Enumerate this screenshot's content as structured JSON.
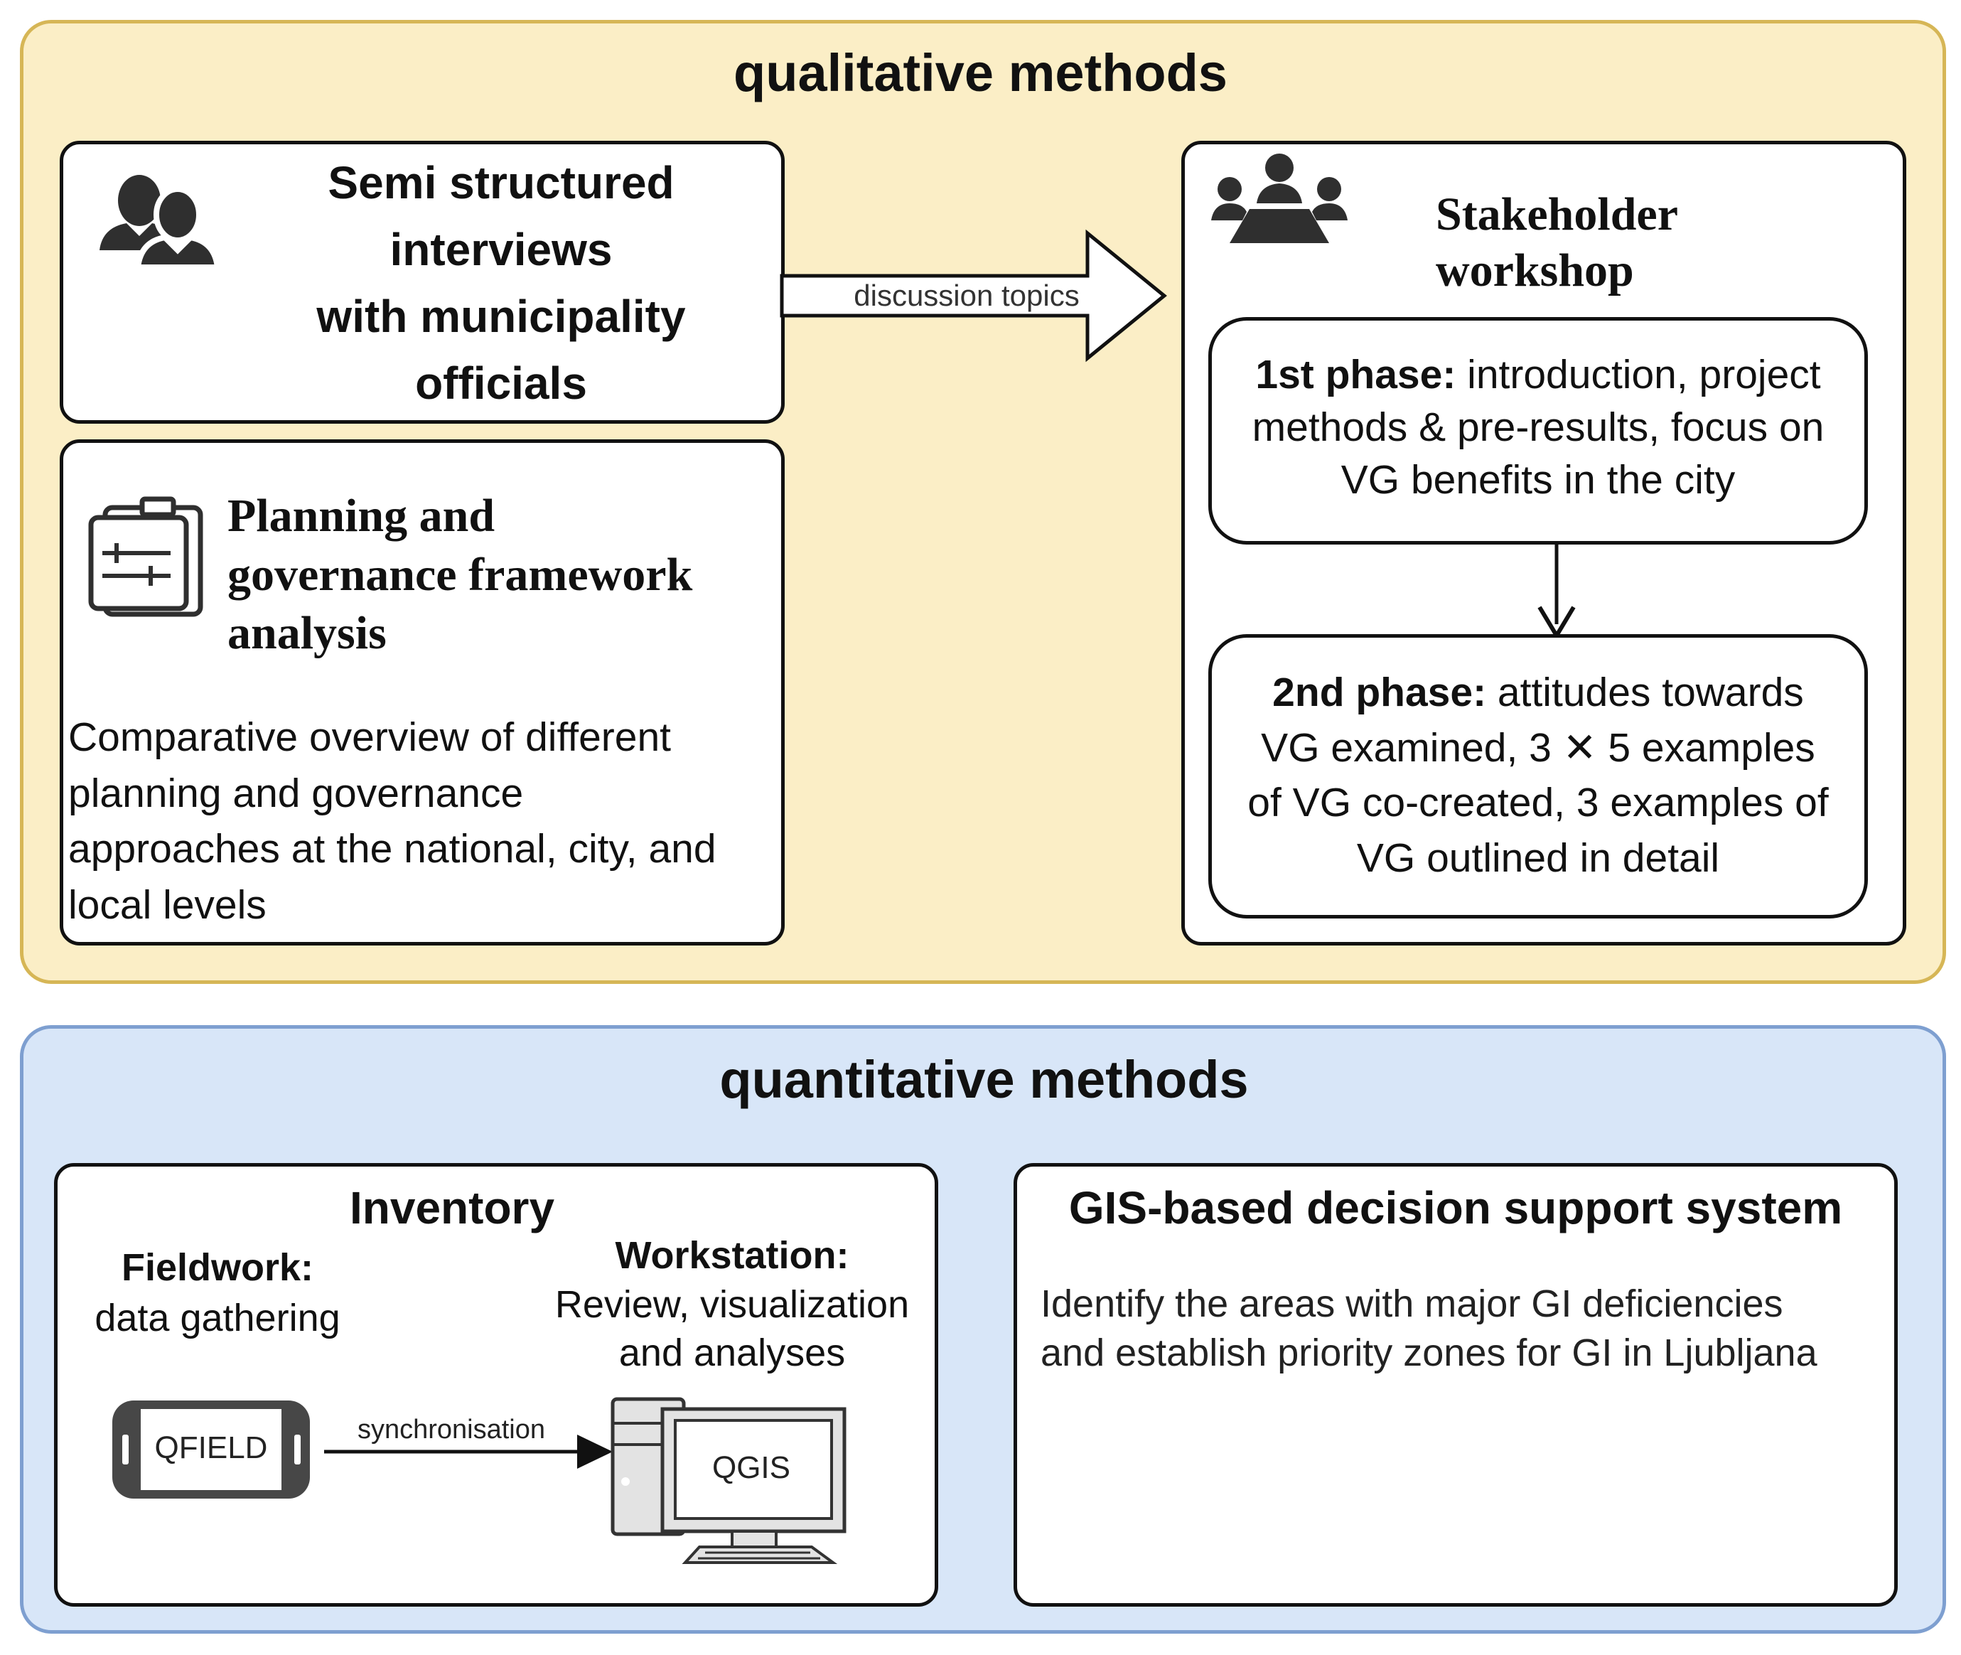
{
  "qualitative": {
    "title": "qualitative methods",
    "interviews": {
      "title_lines": [
        "Semi structured",
        "interviews",
        "with municipality",
        "officials"
      ],
      "icon": "users-icon"
    },
    "arrow_label": "discussion topics",
    "planning": {
      "title_lines": [
        "Planning and",
        "governance framework",
        "analysis"
      ],
      "icon": "clipboard-sliders-icon",
      "desc_lines": [
        "Comparative overview of different",
        "planning and governance",
        "approaches at the national, city, and",
        "local levels"
      ]
    },
    "workshop": {
      "title_lines": [
        "Stakeholder",
        "workshop"
      ],
      "icon": "group-meeting-icon",
      "phase1": {
        "label": "1st phase:",
        "line1_rest": " introduction, project",
        "lines": [
          "methods & pre-results, focus on",
          "VG benefits in the city"
        ]
      },
      "phase2": {
        "label": "2nd phase:",
        "line1_rest": " attitudes towards",
        "lines": [
          "VG examined, 3 ✕ 5 examples",
          "of VG co-created, 3 examples of",
          "VG outlined in detail"
        ]
      }
    }
  },
  "quantitative": {
    "title": "quantitative methods",
    "inventory": {
      "title": "Inventory",
      "fieldwork_label": "Fieldwork:",
      "fieldwork_text": "data gathering",
      "workstation_label": "Workstation:",
      "workstation_lines": [
        "Review, visualization",
        "and analyses"
      ],
      "phone_text": "QFIELD",
      "sync_label": "synchronisation",
      "computer_text": "QGIS"
    },
    "gis": {
      "title": "GIS-based decision support system",
      "desc_lines": [
        "Identify the areas with major GI deficiencies",
        "and establish priority zones for GI in Ljubljana"
      ]
    }
  },
  "colors": {
    "qual_bg": "#fbeec6",
    "qual_border": "#d6b656",
    "quant_bg": "#d8e6f8",
    "quant_border": "#7e9fd0"
  }
}
